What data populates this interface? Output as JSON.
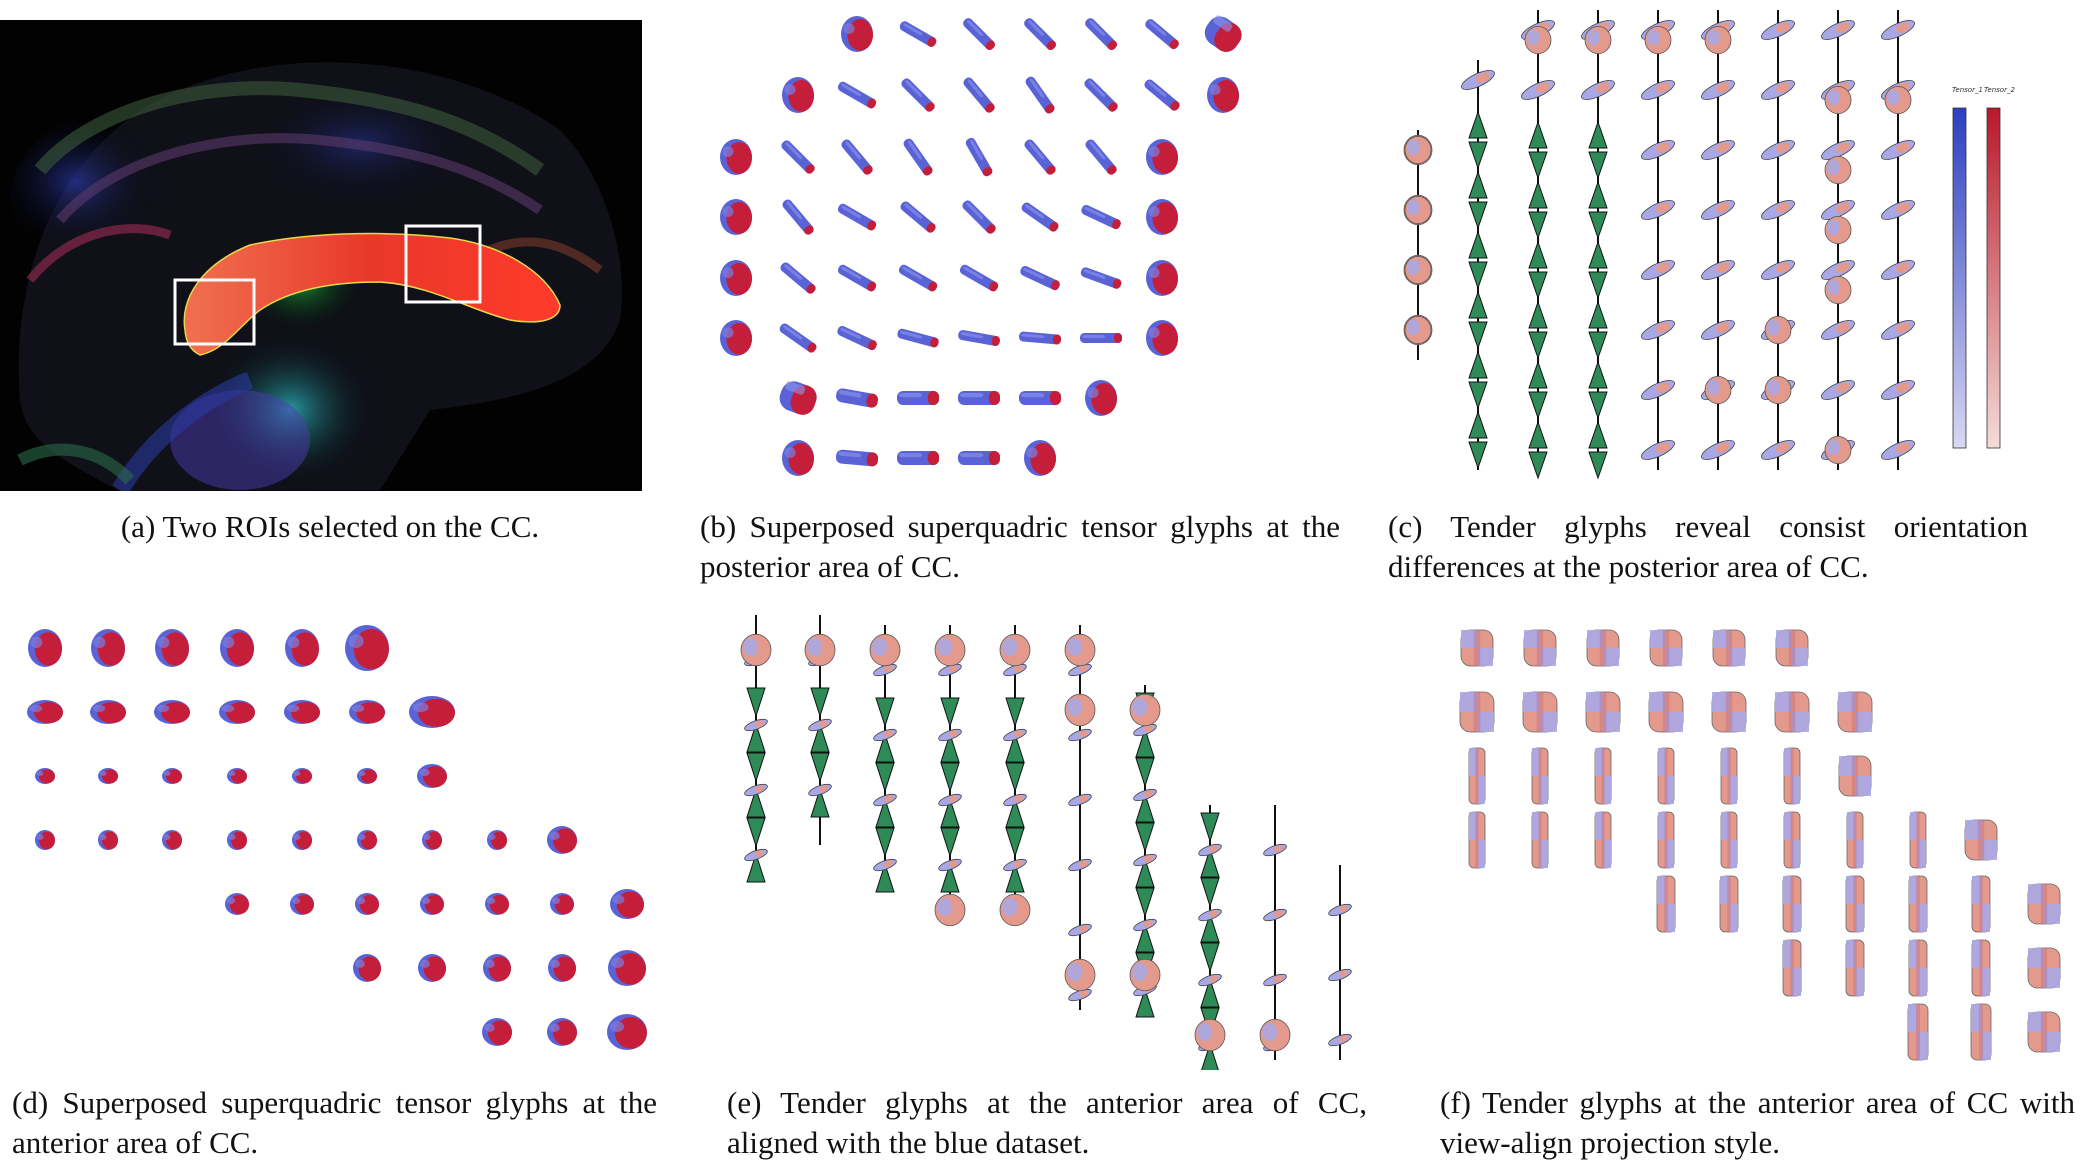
{
  "figure": {
    "panels": [
      {
        "id": "a",
        "caption": "(a) Two ROIs selected on the CC."
      },
      {
        "id": "b",
        "caption": "(b) Superposed superquadric tensor glyphs at the posterior area of CC."
      },
      {
        "id": "c",
        "caption": "(c) Tender glyphs reveal consist orientation differences at the posterior area of CC."
      },
      {
        "id": "d",
        "caption": "(d) Superposed superquadric tensor glyphs at the anterior area of CC."
      },
      {
        "id": "e",
        "caption": "(e) Tender glyphs at the anterior area of CC, aligned with the blue dataset."
      },
      {
        "id": "f",
        "caption": "(f) Tender glyphs at the anterior area of CC with view-align projection style."
      }
    ],
    "colorbar": {
      "labels": [
        "Tensor_1",
        "Tensor_2"
      ],
      "colors": {
        "tensor1": "#3d4fc7",
        "tensor2": "#c0283a"
      }
    },
    "colors": {
      "glyph_red": "#c41e3a",
      "glyph_blue": "#5a63d6",
      "tender_salmon": "#e39a8c",
      "tender_lavender": "#a8a8e6",
      "cone_green": "#2e8b57"
    }
  }
}
